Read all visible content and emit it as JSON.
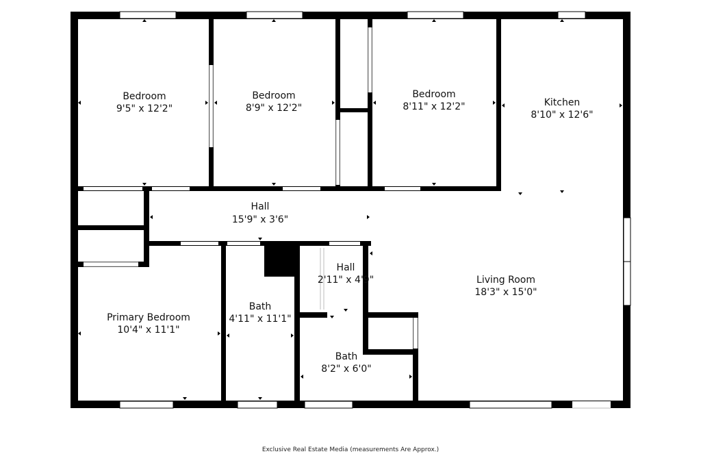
{
  "rooms": [
    {
      "name": "Bedroom",
      "dims": "9'5\" x 12'2\""
    },
    {
      "name": "Bedroom",
      "dims": "8'9\" x 12'2\""
    },
    {
      "name": "Bedroom",
      "dims": "8'11\" x 12'2\""
    },
    {
      "name": "Kitchen",
      "dims": "8'10\" x 12'6\""
    },
    {
      "name": "Hall",
      "dims": "15'9\" x 3'6\""
    },
    {
      "name": "Hall",
      "dims": "2'11\" x 4'9\""
    },
    {
      "name": "Living Room",
      "dims": "18'3\" x 15'0\""
    },
    {
      "name": "Primary Bedroom",
      "dims": "10'4\" x 11'1\""
    },
    {
      "name": "Bath",
      "dims": "4'11\" x 11'1\""
    },
    {
      "name": "Bath",
      "dims": "8'2\" x 6'0\""
    }
  ],
  "footer": "Exclusive Real Estate Media (measurements Are Approx.)"
}
